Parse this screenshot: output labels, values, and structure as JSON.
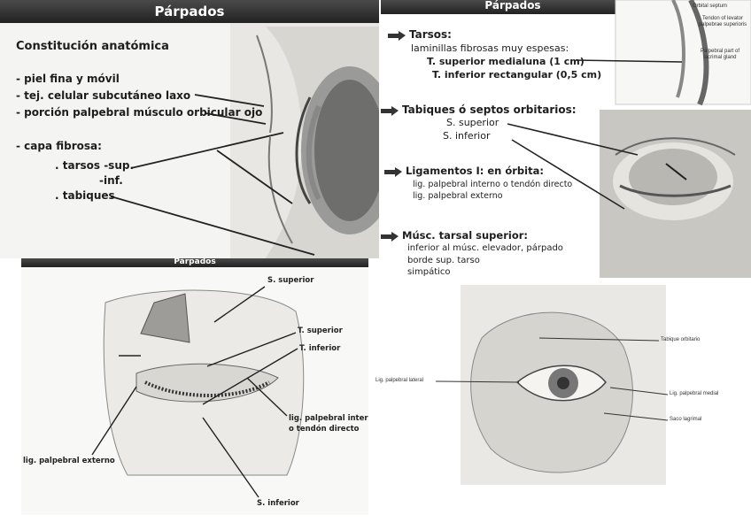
{
  "panel1": {
    "title": "Párpados",
    "heading": "Constitución anatómica",
    "lines": [
      "- piel fina y móvil",
      "- tej. celular subcutáneo laxo",
      "- porción palpebral músculo orbicular ojo",
      "- capa fibrosa:",
      ". tarsos  -sup.",
      "-inf.",
      ". tabiques"
    ]
  },
  "panel2": {
    "title": "Párpados",
    "fig_labels": [
      "Orbital septum",
      "Tendon of levator palpebrae superioris",
      "Palpebral part of lacrimal gland"
    ],
    "sections": [
      {
        "head": "Tarsos:",
        "items": [
          "laminillas fibrosas muy espesas:",
          "T. superior medialuna (1 cm)",
          "T. inferior rectangular (0,5 cm)"
        ]
      },
      {
        "head": "Tabiques ó septos orbitarios:",
        "items": [
          "S. superior",
          "S. inferior"
        ]
      },
      {
        "head": "Ligamentos I: en órbita:",
        "items": [
          "lig. palpebral interno o tendón directo",
          "lig. palpebral externo"
        ]
      },
      {
        "head": "Músc. tarsal superior:",
        "items": [
          "inferior al músc. elevador, párpado",
          "borde sup. tarso",
          "simpático"
        ]
      }
    ]
  },
  "panel3": {
    "title": "Párpados",
    "labels": {
      "s_superior": "S. superior",
      "t_superior": "T. superior",
      "t_inferior": "T. inferior",
      "lig_interno_1": "lig. palpebral interno",
      "lig_interno_2": "o tendón directo",
      "lig_externo": "lig. palpebral externo",
      "s_inferior": "S. inferior"
    }
  },
  "panel4": {
    "labels": {
      "tabique": "Tabique orbitario",
      "lateral": "Lig. palpebral lateral",
      "medial": "Lig. palpebral medial",
      "saco": "Saco lagrimal"
    }
  }
}
